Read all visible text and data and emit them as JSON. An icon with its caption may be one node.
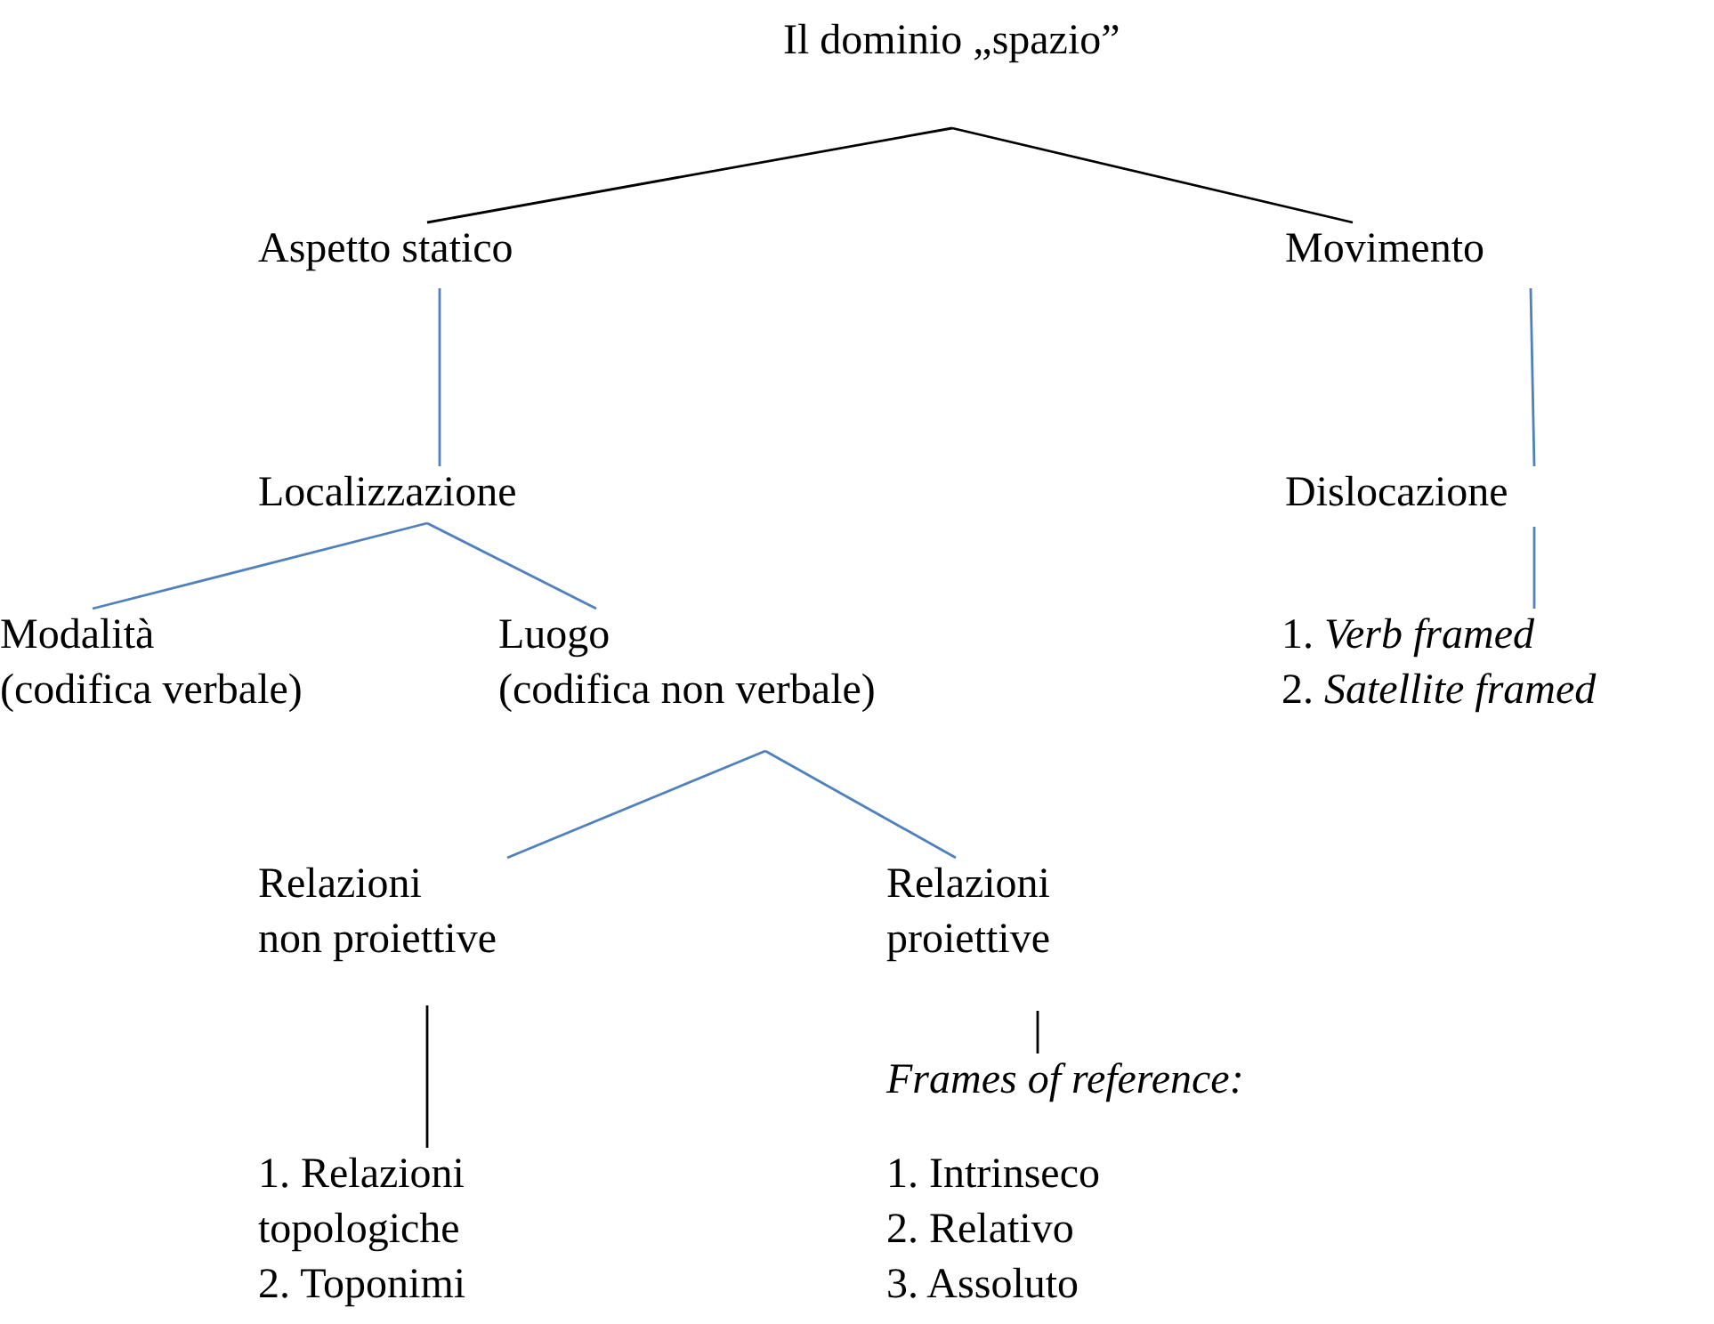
{
  "diagram": {
    "nodes": [
      {
        "text": [
          "Il dominio „spazio”"
        ]
      },
      {
        "text": [
          "Aspetto statico"
        ]
      },
      {
        "text": [
          "Movimento"
        ]
      },
      {
        "text": [
          "Localizzazione"
        ]
      },
      {
        "text": [
          "Dislocazione"
        ]
      },
      {
        "text": [
          "Modalità",
          "(codifica verbale)"
        ]
      },
      {
        "text": [
          "Luogo",
          "(codifica non verbale)"
        ]
      },
      {
        "text": [
          "1. *Verb framed*",
          "2. *Satellite framed*"
        ]
      },
      {
        "text": [
          "Relazioni",
          "non proiettive"
        ]
      },
      {
        "text": [
          "Relazioni proiettive"
        ]
      },
      {
        "text": [
          "*Frames of reference:*"
        ]
      },
      {
        "text": [
          "1. Relazioni topologiche",
          "2. Toponimi"
        ]
      },
      {
        "text": [
          "1. Intrinseco",
          "2. Relativo",
          "3. Assoluto"
        ]
      }
    ],
    "edges": [
      {
        "from": 0,
        "to": 1,
        "arrow": "none",
        "color": "#000000"
      },
      {
        "from": 0,
        "to": 2,
        "arrow": "none",
        "color": "#000000"
      },
      {
        "from": 1,
        "to": 3,
        "arrow": "none"
      },
      {
        "from": 2,
        "to": 4,
        "arrow": "none"
      },
      {
        "from": 3,
        "to": 5,
        "arrow": "none"
      },
      {
        "from": 3,
        "to": 6,
        "arrow": "none"
      },
      {
        "from": 4,
        "to": 7,
        "arrow": "none"
      },
      {
        "from": 6,
        "to": 8,
        "arrow": "none"
      },
      {
        "from": 6,
        "to": 9,
        "arrow": "none"
      },
      {
        "from": 8,
        "to": 11,
        "arrow": "none",
        "color": "#000000"
      },
      {
        "from": 9,
        "to": 10,
        "arrow": "none",
        "color": "#000000"
      }
    ]
  }
}
